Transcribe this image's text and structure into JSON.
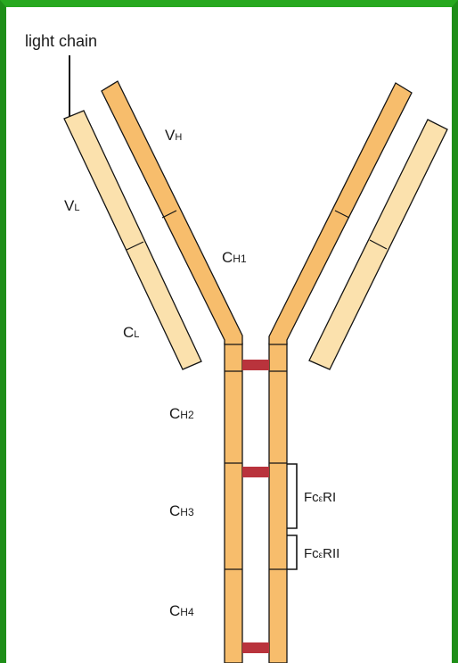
{
  "colors": {
    "frame": "#27a81f",
    "heavy_chain": "#f7bd6c",
    "light_chain": "#fbe1ad",
    "disulfide_bond": "#b9333c",
    "outline": "#141414"
  },
  "labels": {
    "light_chain": "light chain",
    "vh": {
      "main": "V",
      "sub": "H"
    },
    "vl": {
      "main": "V",
      "sub": "L"
    },
    "ch1": {
      "main": "C",
      "sub": "H1"
    },
    "cl": {
      "main": "C",
      "sub": "L"
    },
    "ch2": {
      "main": "C",
      "sub": "H2"
    },
    "ch3": {
      "main": "C",
      "sub": "H3"
    },
    "ch4": {
      "main": "C",
      "sub": "H4"
    },
    "fceri": {
      "main": "Fc",
      "sub": "ε",
      "tail": "RI"
    },
    "fcerii": {
      "main": "Fc",
      "sub": "ε",
      "tail": "RII"
    }
  }
}
